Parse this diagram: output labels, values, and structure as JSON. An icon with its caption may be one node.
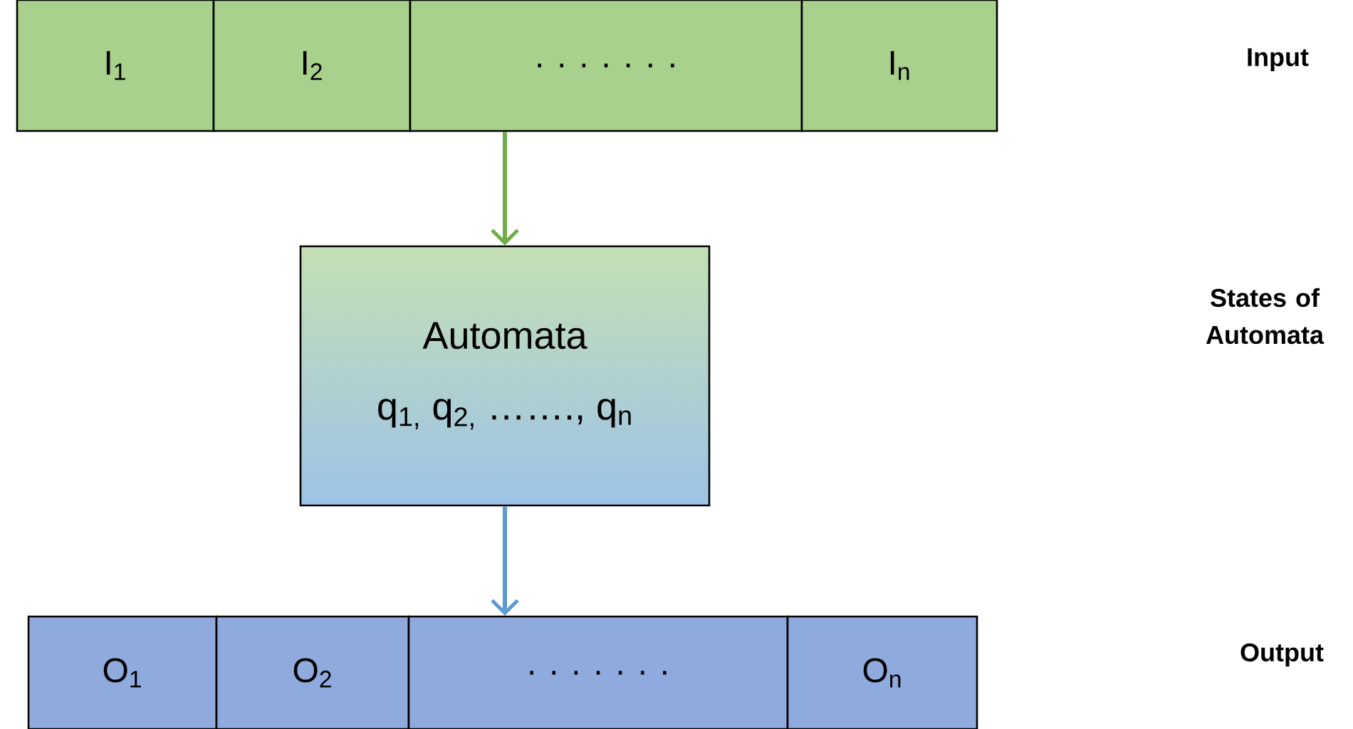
{
  "diagram": {
    "nodes": [
      {
        "text": [
          "I$_{1}$"
        ]
      },
      {
        "text": [
          "I$_{2}$"
        ]
      },
      {
        "text": [
          ". . . . . . ."
        ]
      },
      {
        "text": [
          "I$_{n}$"
        ]
      },
      {
        "text": [
          "Automata",
          "q$_{1,}$ q$_{2,}$ ……., q$_{n}$"
        ]
      },
      {
        "text": [
          "O$_{1}$"
        ]
      },
      {
        "text": [
          "O$_{2}$"
        ]
      },
      {
        "text": [
          ". . . . . . ."
        ]
      },
      {
        "text": [
          "O$_{n}$"
        ]
      }
    ],
    "edges": [
      {
        "from": 2,
        "to": 4,
        "arrow": "to",
        "color": "#70ad47"
      },
      {
        "from": 4,
        "to": 7,
        "arrow": "to",
        "color": "#5b9bd5"
      }
    ],
    "labels": [
      "Input",
      "States of Automata",
      "Output"
    ]
  }
}
